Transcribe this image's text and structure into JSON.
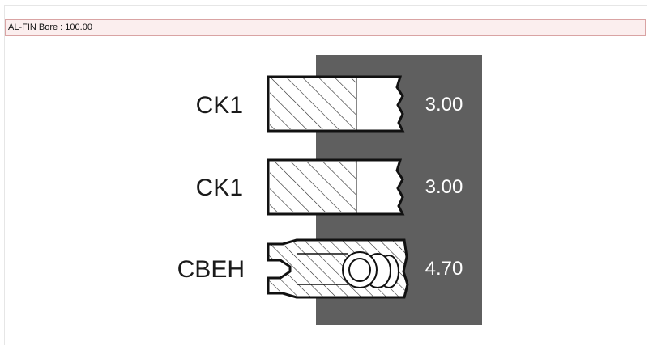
{
  "header": {
    "title": "AL-FIN Bore : 100.00"
  },
  "rings": [
    {
      "label": "CK1",
      "value": "3.00",
      "type": "compression"
    },
    {
      "label": "CK1",
      "value": "3.00",
      "type": "compression"
    },
    {
      "label": "CBEH",
      "value": "4.70",
      "type": "oil-control"
    }
  ],
  "colors": {
    "header_background": "#fbeeee",
    "header_border": "#d9a3a3",
    "groove_panel": "#5f5f5f",
    "value_text": "#ffffff"
  }
}
